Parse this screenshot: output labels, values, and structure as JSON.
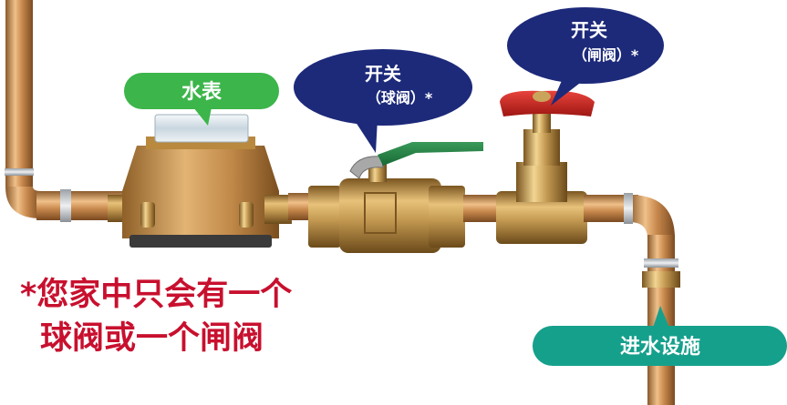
{
  "labels": {
    "water_meter": "水表",
    "ball_valve_title": "开关",
    "ball_valve_sub": "（球阀）*",
    "gate_valve_title": "开关",
    "gate_valve_sub": "（闸阀）*",
    "water_inlet": "进水设施"
  },
  "note": {
    "line1": "*您家中只会有一个",
    "line2": "球阀或一个闸阀"
  },
  "colors": {
    "green_callout": "#3cb54a",
    "navy_callout": "#1d2a7a",
    "teal_callout": "#15a08c",
    "note_red": "#c8102e",
    "copper": "#c98a4e"
  }
}
